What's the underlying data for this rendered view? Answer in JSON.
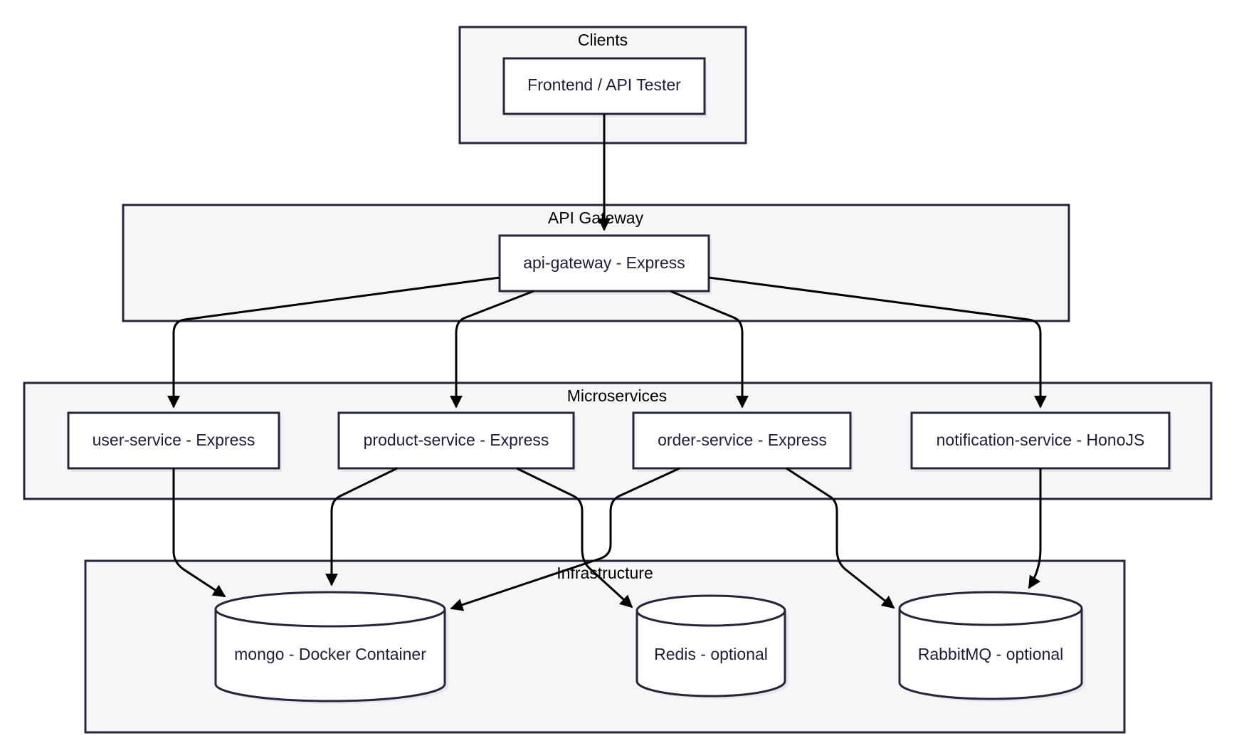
{
  "groups": {
    "clients": "Clients",
    "gateway": "API Gateway",
    "microservices": "Microservices",
    "infrastructure": "Infrastructure"
  },
  "nodes": {
    "frontend": "Frontend / API Tester",
    "api_gateway": "api-gateway - Express",
    "user_service": "user-service - Express",
    "product_service": "product-service - Express",
    "order_service": "order-service - Express",
    "notification_service": "notification-service - HonoJS",
    "mongo": "mongo - Docker Container",
    "redis": "Redis - optional",
    "rabbitmq": "RabbitMQ - optional"
  },
  "colors": {
    "stroke": "#26263a",
    "group_fill": "#f6f6f8",
    "node_fill": "#ffffff",
    "text": "#1e1e38",
    "edge": "#000000"
  }
}
